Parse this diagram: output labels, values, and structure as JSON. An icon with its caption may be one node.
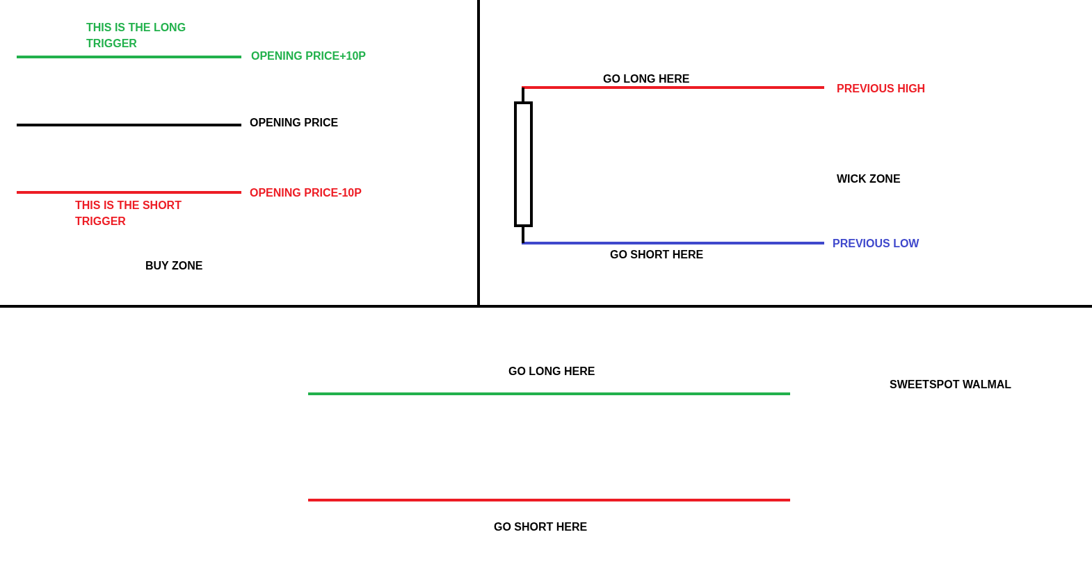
{
  "diagram": {
    "labels": [
      "THIS IS THE LONG TRIGGER",
      "OPENING PRICE+10P",
      "OPENING PRICE",
      "OPENING PRICE-10P",
      "THIS IS THE SHORT TRIGGER",
      "BUY ZONE",
      "GO LONG HERE",
      "PREVIOUS HIGH",
      "WICK ZONE",
      "PREVIOUS LOW",
      "GO SHORT HERE",
      "GO LONG HERE",
      "SWEETSPOT WALMAL",
      "GO SHORT HERE"
    ]
  }
}
